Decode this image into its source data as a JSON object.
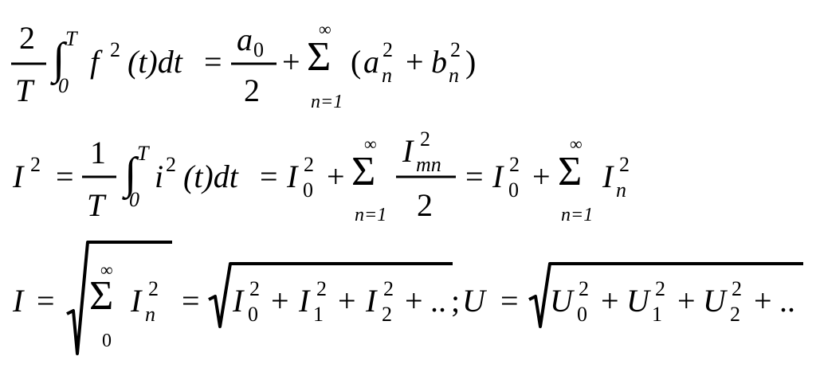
{
  "eq1": {
    "frac_num": "2",
    "frac_den": "T",
    "int_upper": "T",
    "int_lower": "0",
    "integrand": "f",
    "integrand_exp": "2",
    "integrand_rest": "(t)dt",
    "equals": "=",
    "a0_base": "a",
    "a0_sub": "0",
    "half_den": "2",
    "plus": "+",
    "sum_upper": "∞",
    "sum": "Σ",
    "sum_lower": "n=1",
    "lparen": "(",
    "a_base": "a",
    "a_sup": "2",
    "a_sub": "n",
    "plus2": "+",
    "b_base": "b",
    "b_sup": "2",
    "b_sub": "n",
    "rparen": ")"
  },
  "eq2": {
    "lhs": "I",
    "lhs_exp": "2",
    "equals1": "=",
    "frac_num": "1",
    "frac_den": "T",
    "int_upper": "T",
    "int_lower": "0",
    "integrand": "i",
    "integrand_exp": "2",
    "integrand_rest": "(t)dt",
    "equals2": "=",
    "I0_base": "I",
    "I0_sup": "2",
    "I0_sub": "0",
    "plus1": "+",
    "sum1_upper": "∞",
    "sum1": "Σ",
    "sum1_lower": "n=1",
    "Imn_base": "I",
    "Imn_sup": "2",
    "Imn_sub": "mn",
    "half_den": "2",
    "equals3": "=",
    "I0b_base": "I",
    "I0b_sup": "2",
    "I0b_sub": "0",
    "plus2": "+",
    "sum2_upper": "∞",
    "sum2": "Σ",
    "sum2_lower": "n=1",
    "In_base": "I",
    "In_sup": "2",
    "In_sub": "n"
  },
  "eq3": {
    "lhs": "I",
    "equals1": "=",
    "sum_upper": "∞",
    "sum": "Σ",
    "sum_lower": "0",
    "In_base": "I",
    "In_sup": "2",
    "In_sub": "n",
    "equals2": "=",
    "I0_base": "I",
    "I0_sup": "2",
    "I0_sub": "0",
    "plus1": "+",
    "I1_base": "I",
    "I1_sup": "2",
    "I1_sub": "1",
    "plus2": "+",
    "I2_base": "I",
    "I2_sup": "2",
    "I2_sub": "2",
    "plus3": "+",
    "ellipsis1": "..",
    "semicolon": ";",
    "U": "U",
    "equals3": "=",
    "U0_base": "U",
    "U0_sup": "2",
    "U0_sub": "0",
    "plus4": "+",
    "U1_base": "U",
    "U1_sup": "2",
    "U1_sub": "1",
    "plus5": "+",
    "U2_base": "U",
    "U2_sup": "2",
    "U2_sub": "2",
    "plus6": "+",
    "ellipsis2": ".."
  }
}
